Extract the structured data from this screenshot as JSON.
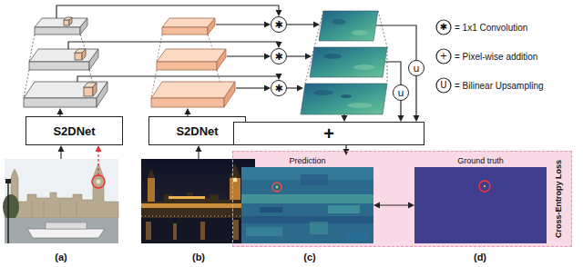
{
  "diagram": {
    "nodes": [
      {
        "text": [
          "S2DNet"
        ]
      },
      {
        "text": [
          "S2DNet"
        ]
      },
      {
        "text": [
          "✱"
        ]
      },
      {
        "text": [
          "✱"
        ]
      },
      {
        "text": [
          "✱"
        ]
      },
      {
        "text": [
          "u"
        ]
      },
      {
        "text": [
          "u"
        ]
      },
      {
        "text": [
          "+"
        ]
      },
      {
        "text": [
          "Cross-Entropy Loss"
        ]
      },
      {
        "text": [
          "Prediction"
        ],
        "in": 8
      },
      {
        "text": [
          "Ground truth"
        ],
        "in": 8
      }
    ],
    "edges": [
      {
        "from": 5,
        "to": 7,
        "arrow": "to"
      },
      {
        "from": 6,
        "to": 7,
        "arrow": "to"
      },
      {
        "from": 7,
        "to": 9,
        "arrow": "to"
      },
      {
        "from": 9,
        "to": 10,
        "arrow": "both"
      }
    ],
    "labels": [
      "(a)",
      "(b)",
      "(c)",
      "(d)",
      "✱",
      "+",
      "U"
    ],
    "legend": [
      {
        "text": "= 1x1 Convolution"
      },
      {
        "text": "= Pixel-wise addition"
      },
      {
        "text": "= Bilinear Upsampling"
      }
    ]
  }
}
